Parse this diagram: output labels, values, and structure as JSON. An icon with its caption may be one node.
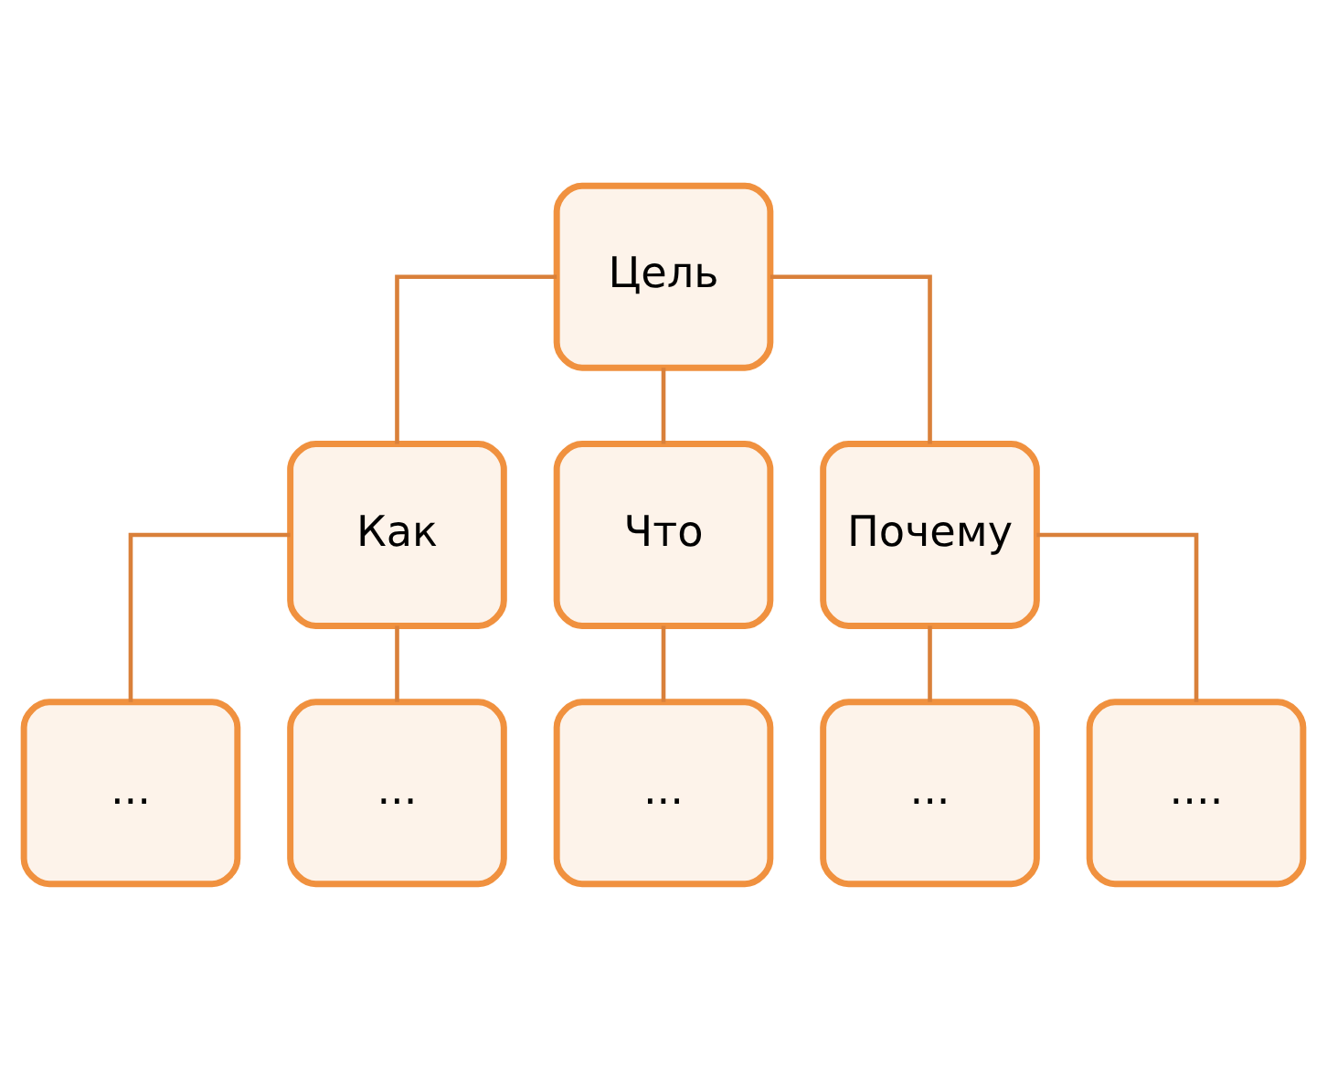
{
  "diagram": {
    "nodes": [
      {
        "text": [
          "Цель"
        ]
      },
      {
        "text": [
          "Как"
        ]
      },
      {
        "text": [
          "Что"
        ]
      },
      {
        "text": [
          "Почему"
        ]
      },
      {
        "text": [
          "..."
        ]
      },
      {
        "text": [
          "..."
        ]
      },
      {
        "text": [
          "..."
        ]
      },
      {
        "text": [
          "..."
        ]
      },
      {
        "text": [
          "...."
        ]
      }
    ],
    "edges": [
      {
        "from": 0,
        "to": 1,
        "arrow": "none"
      },
      {
        "from": 0,
        "to": 2,
        "arrow": "none"
      },
      {
        "from": 0,
        "to": 3,
        "arrow": "none"
      },
      {
        "from": 1,
        "to": 4,
        "arrow": "none"
      },
      {
        "from": 1,
        "to": 5,
        "arrow": "none"
      },
      {
        "from": 2,
        "to": 6,
        "arrow": "none"
      },
      {
        "from": 3,
        "to": 7,
        "arrow": "none"
      },
      {
        "from": 3,
        "to": 8,
        "arrow": "none"
      }
    ]
  }
}
